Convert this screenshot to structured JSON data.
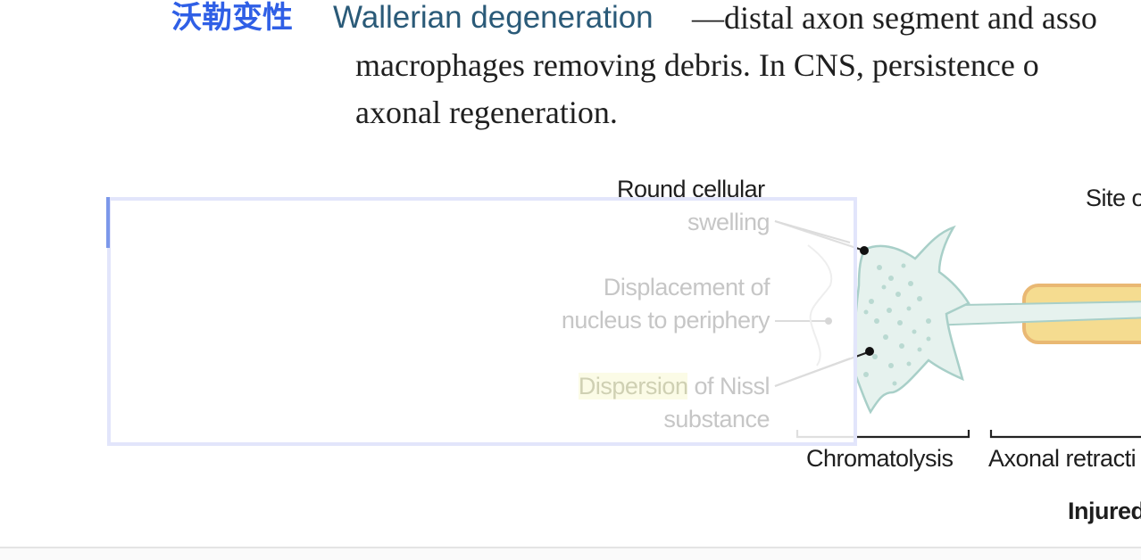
{
  "entry": {
    "term_zh": "沃勒变性",
    "term_en": "Wallerian degeneration",
    "definition_lines": [
      "—distal axon segment and asso",
      "macrophages removing debris. In CNS, persistence o",
      "axonal regeneration."
    ]
  },
  "figure": {
    "labels": {
      "round_cellular": "Round cellular",
      "swelling": "swelling",
      "displacement_1": "Displacement of",
      "displacement_2": "nucleus to periphery",
      "dispersion_highlight": "Dispersion",
      "dispersion_rest": " of Nissl",
      "substance": "substance",
      "site": "Site o",
      "chromatolysis": "Chromatolysis",
      "axonal_retraction": "Axonal retracti",
      "injured": "Injured"
    },
    "colors": {
      "cell_fill": "#e6f2ee",
      "cell_stroke": "#a8cfc8",
      "nissl_dot": "#b9d9d1",
      "myelin_fill": "#f5dc90",
      "myelin_stroke": "#e9b873",
      "selection_border": "#e2e5fb",
      "caret": "#7c98ea"
    }
  }
}
